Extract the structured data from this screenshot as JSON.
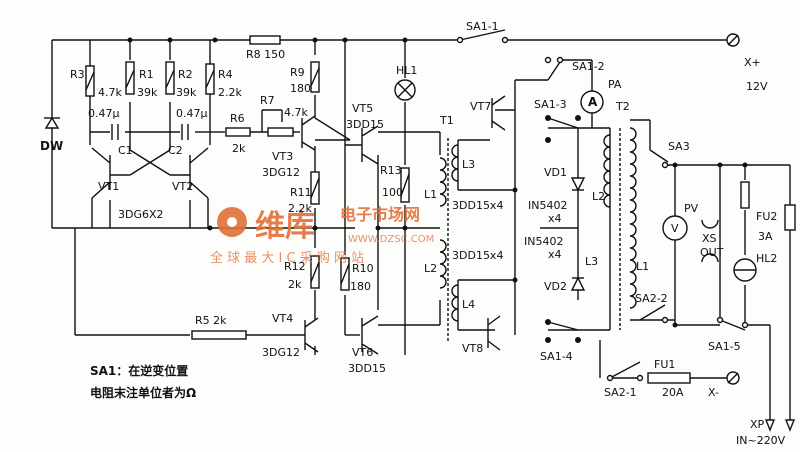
{
  "resistors": {
    "r3": "R3",
    "r3v": "4.7k",
    "r1": "R1",
    "r1v": "39k",
    "r2": "R2",
    "r2v": "39k",
    "r4": "R4",
    "r4v": "2.2k",
    "r8": "R8 150",
    "r6": "R6",
    "r6v": "2k",
    "r7": "R7",
    "r7v": "4.7k",
    "r9": "R9",
    "r9v": "180",
    "r11": "R11",
    "r11v": "2.2k",
    "r12": "R12",
    "r12v": "2k",
    "r10": "R10",
    "r10v": "180",
    "r13": "R13",
    "r13v": "100",
    "r5": "R5 2k"
  },
  "capacitors": {
    "c1": "C1",
    "c2": "C2",
    "c1v": "0.47μ",
    "c2v": "0.47μ"
  },
  "transistors": {
    "vt1": "VT1",
    "vt2": "VT2",
    "vt12type": "3DG6X2",
    "vt3": "VT3",
    "vt3type": "3DG12",
    "vt4": "VT4",
    "vt4type": "3DG12",
    "vt5": "VT5",
    "vt5type": "3DD15",
    "vt6": "VT6",
    "vt6type": "3DD15",
    "vt7": "VT7",
    "vt8": "VT8",
    "vt78type_a": "3DD15x4",
    "vt78type_b": "3DD15x4"
  },
  "diodes": {
    "dw": "DW",
    "vd1": "VD1",
    "vd2": "VD2",
    "vd1type": "IN5402",
    "vd1qty": "x4",
    "vd2type": "IN5402",
    "vd2qty": "x4"
  },
  "transformers": {
    "t1": "T1",
    "t2": "T2",
    "l1a": "L1",
    "l2a": "L2",
    "l3a": "L3",
    "l4a": "L4",
    "l1b": "L1",
    "l2b": "L2",
    "l3b": "L3"
  },
  "switches": {
    "sa11": "SA1-1",
    "sa12": "SA1-2",
    "sa13": "SA1-3",
    "sa14": "SA1-4",
    "sa15": "SA1-5",
    "sa21": "SA2-1",
    "sa22": "SA2-2",
    "sa3": "SA3"
  },
  "meters": {
    "pa": "PA",
    "pa_sym": "A",
    "pv": "PV",
    "pv_sym": "V"
  },
  "lamps": {
    "hl1": "HL1",
    "hl2": "HL2"
  },
  "fuses": {
    "fu1": "FU1",
    "fu1v": "20A",
    "fu2": "FU2",
    "fu2v": "3A"
  },
  "terminals": {
    "xplus": "X+",
    "xplus_v": "12V",
    "xminus": "X-",
    "xs": "XS",
    "xs_out": "OUT",
    "xp": "XP",
    "xp_v": "IN~220V"
  },
  "notes": {
    "line1": "SA1：在逆变位置",
    "line2": "电阻末注单位者为Ω"
  },
  "watermark": {
    "logo_cn": "维库",
    "title_cn": "电子市场网",
    "url": "WWW.DZSC.COM",
    "slogan": "全 球 最 大 I C 采 购 网 站"
  }
}
